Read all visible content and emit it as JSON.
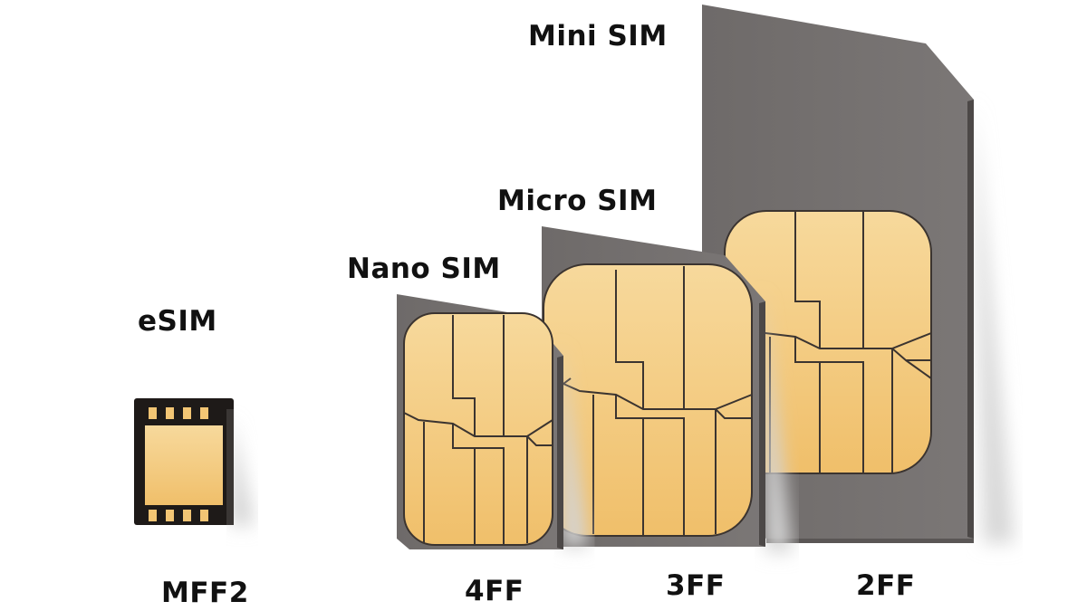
{
  "colors": {
    "card_body": "#6f6b6a",
    "card_edge": "#4a4645",
    "chip_gold": "#f3c778",
    "chip_gold_light": "#f7d99c",
    "chip_line": "#3b3430",
    "shadow": "#cfcfcf"
  },
  "cards": [
    {
      "id": "esim",
      "name": "eSIM",
      "code": "MFF2"
    },
    {
      "id": "nano",
      "name": "Nano SIM",
      "code": "4FF"
    },
    {
      "id": "micro",
      "name": "Micro SIM",
      "code": "3FF"
    },
    {
      "id": "mini",
      "name": "Mini SIM",
      "code": "2FF"
    }
  ]
}
